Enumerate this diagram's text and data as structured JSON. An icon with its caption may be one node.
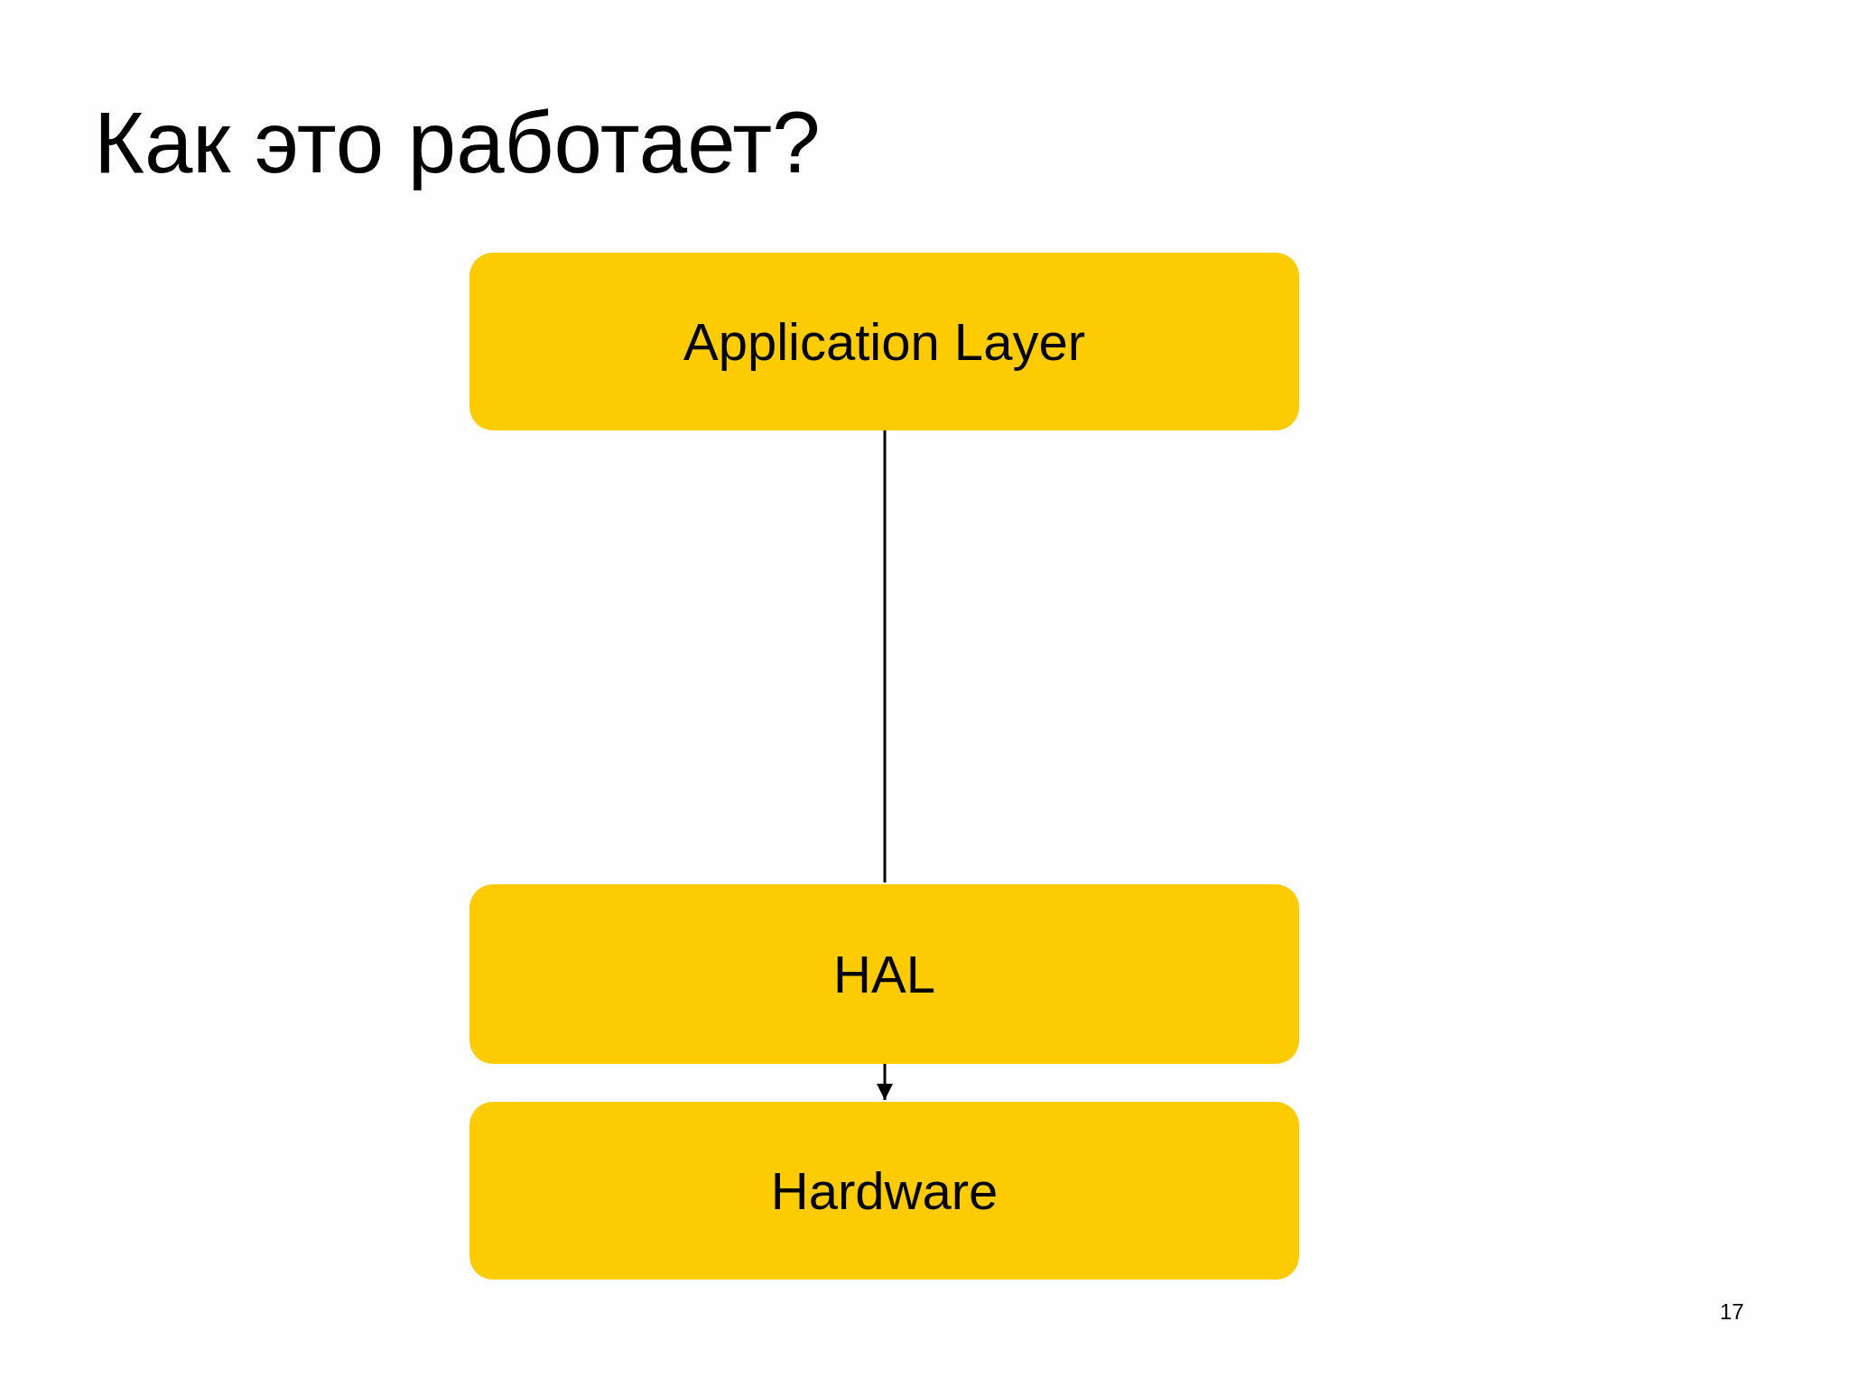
{
  "diagram": {
    "title": "Как это работает?",
    "nodes": [
      {
        "text": [
          "Application Layer"
        ]
      },
      {
        "text": [
          "HAL"
        ]
      },
      {
        "text": [
          "Hardware"
        ]
      }
    ],
    "edges": [
      {
        "from": 0,
        "to": 1,
        "arrow": "none"
      },
      {
        "from": 1,
        "to": 2,
        "arrow": "to"
      }
    ],
    "labels": [
      "17"
    ]
  }
}
